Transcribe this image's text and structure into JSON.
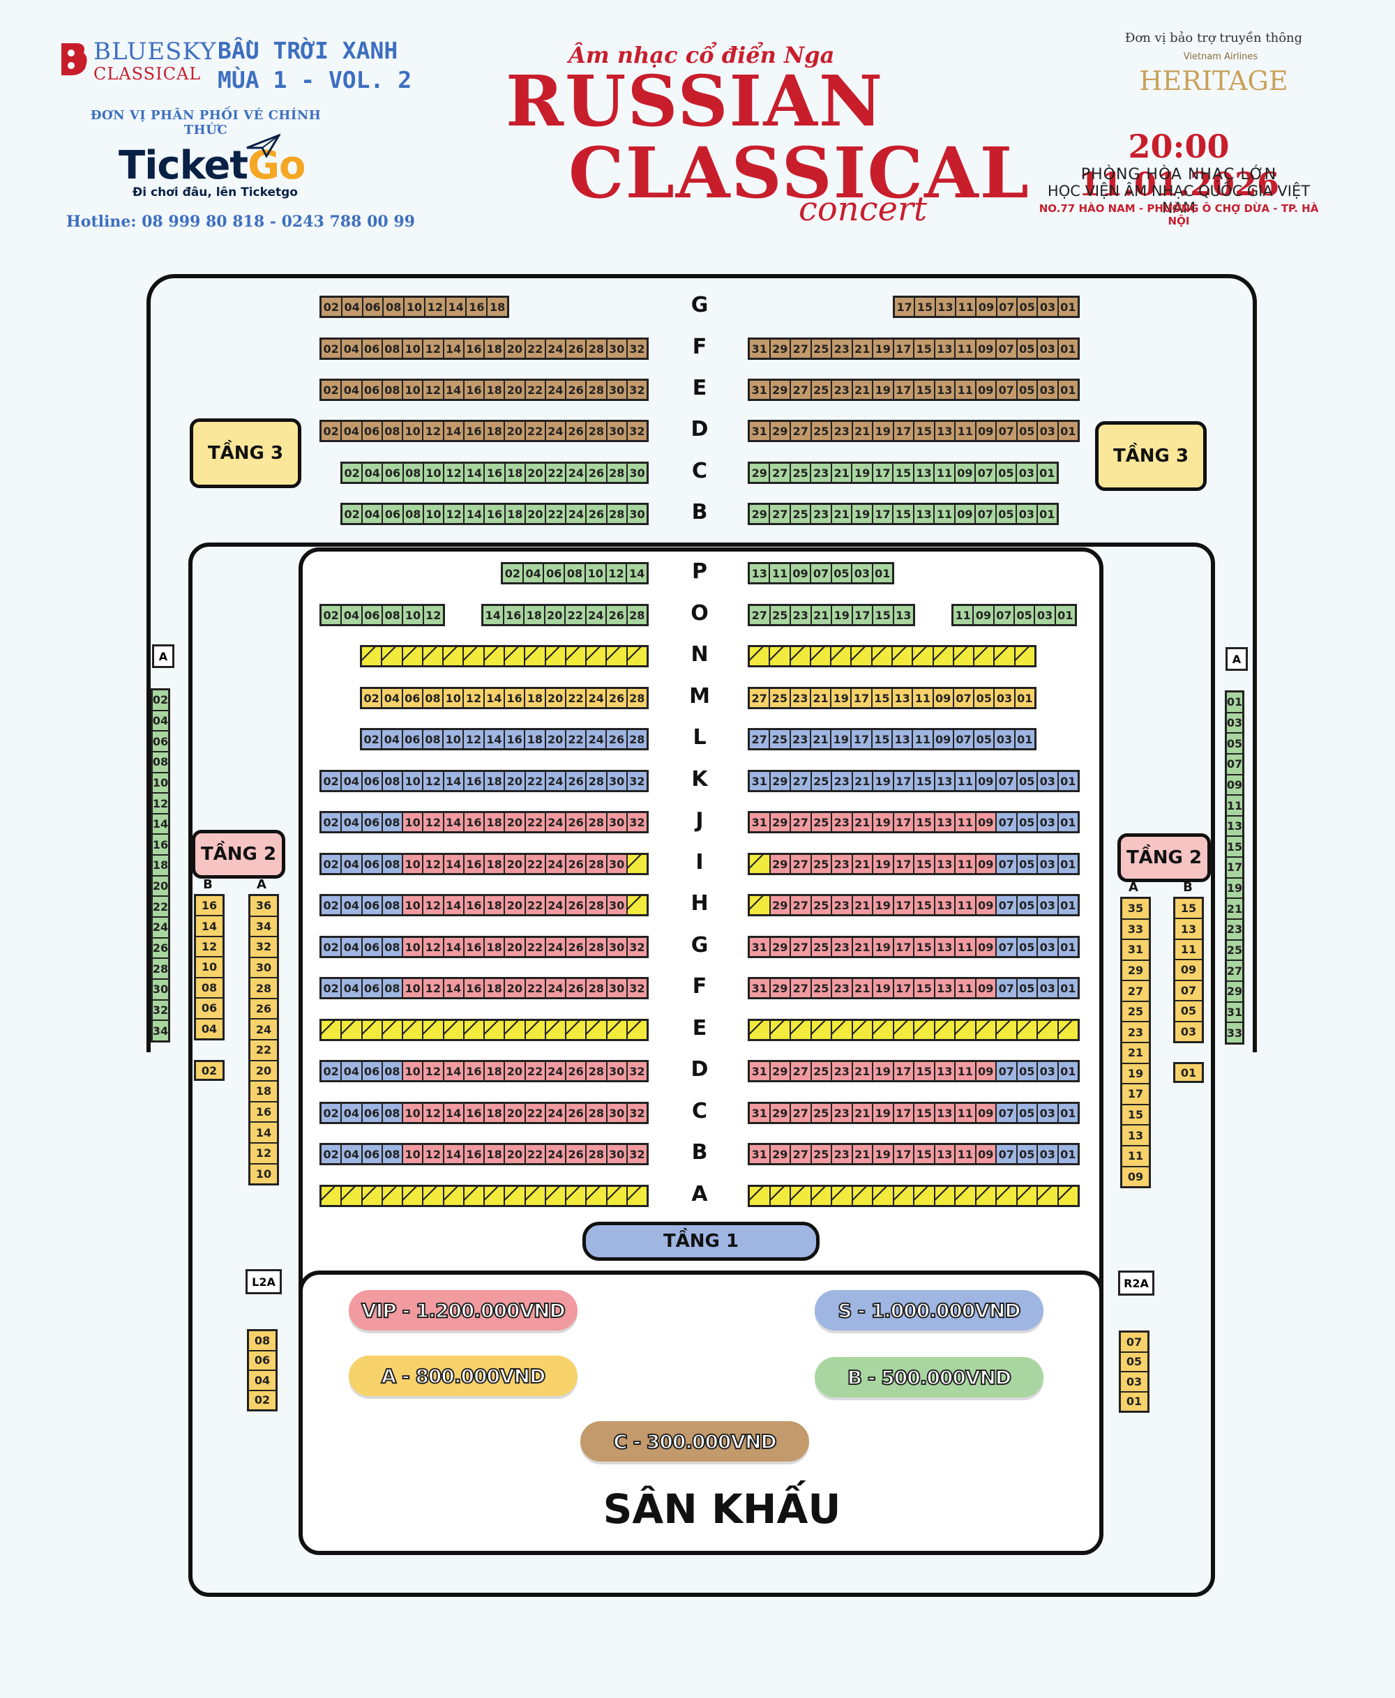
{
  "header": {
    "brand_line1": "BLUESKY",
    "brand_line2": "CLASSICAL",
    "season_line1": "BẦU TRỜI XANH",
    "season_line2": "MÙA 1 - VOL. 2",
    "distributor_label": "ĐƠN VỊ PHÂN PHỐI VÉ CHÍNH THỨC",
    "ticketgo_a": "Ticket",
    "ticketgo_b": "Go",
    "ticketgo_slogan": "Đi chơi đâu, lên Ticketgo",
    "hotline": "Hotline: 08 999 80 818 - 0243 788 00 99",
    "subtitle": "Âm nhạc cổ điển Nga",
    "title_line1": "RUSSIAN",
    "title_line2": "CLASSICAL",
    "title_line3": "concert",
    "media_label": "Đơn vị bảo trợ truyền thông",
    "airline": "Vietnam Airlines",
    "heritage": "HERITAGE",
    "datetime": "20:00  11.01.2026",
    "venue_line1": "PHÒNG HÒA NHẠC LỚN",
    "venue_line2": "HỌC VIỆN ÂM NHẠC QUỐC GIA VIỆT NAM",
    "address": "NO.77 HÀO NAM - PHƯỜNG Ô CHỢ DỪA - TP. HÀ NỘI"
  },
  "colors": {
    "vip": "#f19ba0",
    "s": "#9fb6e3",
    "a": "#f7d26a",
    "b": "#a9d6a0",
    "c": "#c39a6b",
    "blocked": "#f2ea3c",
    "tang3": "#fbe79a",
    "tang2": "#f7c4c4",
    "tang1": "#9fb6e3",
    "brand_red": "#c81e2c",
    "brand_blue": "#3d6fc0"
  },
  "labels": {
    "tang3": "TẦNG 3",
    "tang2": "TẦNG 2",
    "tang1": "TẦNG 1",
    "stage": "SÂN KHẤU",
    "l2a": "L2A",
    "r2a": "R2A",
    "a": "A",
    "b": "B"
  },
  "prices": {
    "vip": "VIP - 1.200.000VND",
    "s": "S - 1.000.000VND",
    "a": "A - 800.000VND",
    "b": "B - 500.000VND",
    "c": "C - 300.000VND"
  },
  "balcony_rows": [
    {
      "label": "G",
      "left": [
        "02",
        "04",
        "06",
        "08",
        "10",
        "12",
        "14",
        "16",
        "18"
      ],
      "right": [
        "17",
        "15",
        "13",
        "11",
        "09",
        "07",
        "05",
        "03",
        "01"
      ],
      "tier": "c"
    },
    {
      "label": "F",
      "left": [
        "02",
        "04",
        "06",
        "08",
        "10",
        "12",
        "14",
        "16",
        "18",
        "20",
        "22",
        "24",
        "26",
        "28",
        "30",
        "32"
      ],
      "right": [
        "31",
        "29",
        "27",
        "25",
        "23",
        "21",
        "19",
        "17",
        "15",
        "13",
        "11",
        "09",
        "07",
        "05",
        "03",
        "01"
      ],
      "tier": "c"
    },
    {
      "label": "E",
      "left": [
        "02",
        "04",
        "06",
        "08",
        "10",
        "12",
        "14",
        "16",
        "18",
        "20",
        "22",
        "24",
        "26",
        "28",
        "30",
        "32"
      ],
      "right": [
        "31",
        "29",
        "27",
        "25",
        "23",
        "21",
        "19",
        "17",
        "15",
        "13",
        "11",
        "09",
        "07",
        "05",
        "03",
        "01"
      ],
      "tier": "c"
    },
    {
      "label": "D",
      "left": [
        "02",
        "04",
        "06",
        "08",
        "10",
        "12",
        "14",
        "16",
        "18",
        "20",
        "22",
        "24",
        "26",
        "28",
        "30",
        "32"
      ],
      "right": [
        "31",
        "29",
        "27",
        "25",
        "23",
        "21",
        "19",
        "17",
        "15",
        "13",
        "11",
        "09",
        "07",
        "05",
        "03",
        "01"
      ],
      "tier": "c"
    },
    {
      "label": "C",
      "left": [
        "02",
        "04",
        "06",
        "08",
        "10",
        "12",
        "14",
        "16",
        "18",
        "20",
        "22",
        "24",
        "26",
        "28",
        "30"
      ],
      "right": [
        "29",
        "27",
        "25",
        "23",
        "21",
        "19",
        "17",
        "15",
        "13",
        "11",
        "09",
        "07",
        "05",
        "03",
        "01"
      ],
      "tier": "b"
    },
    {
      "label": "B",
      "left": [
        "02",
        "04",
        "06",
        "08",
        "10",
        "12",
        "14",
        "16",
        "18",
        "20",
        "22",
        "24",
        "26",
        "28",
        "30"
      ],
      "right": [
        "29",
        "27",
        "25",
        "23",
        "21",
        "19",
        "17",
        "15",
        "13",
        "11",
        "09",
        "07",
        "05",
        "03",
        "01"
      ],
      "tier": "b"
    }
  ],
  "upper_rows": [
    {
      "label": "P",
      "left": [
        "02",
        "04",
        "06",
        "08",
        "10",
        "12",
        "14"
      ],
      "right": [
        "13",
        "11",
        "09",
        "07",
        "05",
        "03",
        "01"
      ],
      "tier": "b"
    },
    {
      "label": "O",
      "left_a": [
        "02",
        "04",
        "06",
        "08",
        "10",
        "12"
      ],
      "left_b": [
        "14",
        "16",
        "18",
        "20",
        "22",
        "24",
        "26",
        "28"
      ],
      "right_a": [
        "27",
        "25",
        "23",
        "21",
        "19",
        "17",
        "15",
        "13"
      ],
      "right_b": [
        "11",
        "09",
        "07",
        "05",
        "03",
        "01"
      ],
      "tier": "b"
    },
    {
      "label": "N",
      "tier": "blocked"
    },
    {
      "label": "M",
      "left": [
        "02",
        "04",
        "06",
        "08",
        "10",
        "12",
        "14",
        "16",
        "18",
        "20",
        "22",
        "24",
        "26",
        "28"
      ],
      "right": [
        "27",
        "25",
        "23",
        "21",
        "19",
        "17",
        "15",
        "13",
        "11",
        "09",
        "07",
        "05",
        "03",
        "01"
      ],
      "tier": "a"
    },
    {
      "label": "L",
      "left": [
        "02",
        "04",
        "06",
        "08",
        "10",
        "12",
        "14",
        "16",
        "18",
        "20",
        "22",
        "24",
        "26",
        "28"
      ],
      "right": [
        "27",
        "25",
        "23",
        "21",
        "19",
        "17",
        "15",
        "13",
        "11",
        "09",
        "07",
        "05",
        "03",
        "01"
      ],
      "tier": "s"
    }
  ],
  "main_rows": [
    {
      "label": "K",
      "type": "s"
    },
    {
      "label": "J",
      "type": "mixed"
    },
    {
      "label": "I",
      "type": "mixed_end_blocked"
    },
    {
      "label": "H",
      "type": "mixed_end_blocked"
    },
    {
      "label": "G",
      "type": "mixed"
    },
    {
      "label": "F",
      "type": "mixed"
    },
    {
      "label": "E",
      "type": "blocked"
    },
    {
      "label": "D",
      "type": "mixed"
    },
    {
      "label": "C",
      "type": "mixed"
    },
    {
      "label": "B",
      "type": "mixed"
    },
    {
      "label": "A",
      "type": "blocked"
    }
  ],
  "main_left_seats": [
    "02",
    "04",
    "06",
    "08",
    "10",
    "12",
    "14",
    "16",
    "18",
    "20",
    "22",
    "24",
    "26",
    "28",
    "30",
    "32"
  ],
  "main_right_seats": [
    "31",
    "29",
    "27",
    "25",
    "23",
    "21",
    "19",
    "17",
    "15",
    "13",
    "11",
    "09",
    "07",
    "05",
    "03",
    "01"
  ],
  "side_far_left": [
    "02",
    "04",
    "06",
    "08",
    "10",
    "12",
    "14",
    "16",
    "18",
    "20",
    "22",
    "24",
    "26",
    "28",
    "30",
    "32",
    "34"
  ],
  "side_far_right": [
    "01",
    "03",
    "05",
    "07",
    "09",
    "11",
    "13",
    "15",
    "17",
    "19",
    "21",
    "23",
    "25",
    "27",
    "29",
    "31",
    "33"
  ],
  "t2_left_b": [
    "16",
    "14",
    "12",
    "10",
    "08",
    "06",
    "04"
  ],
  "t2_left_b_extra": "02",
  "t2_left_a": [
    "36",
    "34",
    "32",
    "30",
    "28",
    "26",
    "24",
    "22",
    "20",
    "18",
    "16",
    "14",
    "12",
    "10"
  ],
  "t2_right_a": [
    "35",
    "33",
    "31",
    "29",
    "27",
    "25",
    "23",
    "21",
    "19",
    "17",
    "15",
    "13",
    "11",
    "09"
  ],
  "t2_right_b": [
    "15",
    "13",
    "11",
    "09",
    "07",
    "05",
    "03"
  ],
  "t2_right_b_extra": "01",
  "l2a_seats": [
    "08",
    "06",
    "04",
    "02"
  ],
  "r2a_seats": [
    "07",
    "05",
    "03",
    "01"
  ]
}
